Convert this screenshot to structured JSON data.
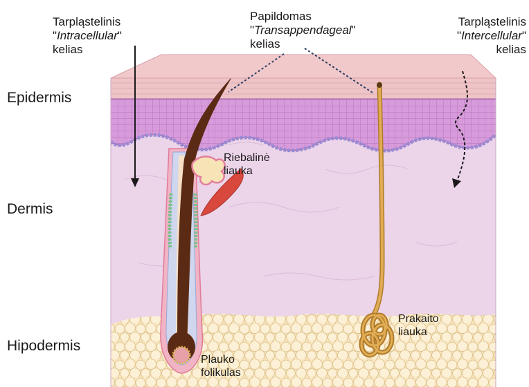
{
  "layers": {
    "epidermis": "Epidermis",
    "dermis": "Dermis",
    "hypodermis": "Hipodermis"
  },
  "routes": {
    "intracellular": {
      "line1": "Tarpląstelinis",
      "open_quote": "\"",
      "term": "Intracellular",
      "close_quote": "\"",
      "line3": "kelias"
    },
    "transappendageal": {
      "line1": "Papildomas",
      "open_quote": "\"",
      "term": "Transappendageal",
      "close_quote": "\"",
      "line3": "kelias"
    },
    "intercellular": {
      "line1": "Tarpląstelinis",
      "open_quote": "\"",
      "term": "Intercellular",
      "close_quote": "\"",
      "line3": "kelias"
    }
  },
  "structures": {
    "sebaceous_gland": {
      "line1": "Riebalinė",
      "line2": "liauka"
    },
    "sweat_gland": {
      "line1": "Prakaito",
      "line2": "liauka"
    },
    "hair_follicle": {
      "line1": "Plauko",
      "line2": "folikulas"
    }
  },
  "colors": {
    "stratum_corneum": "#efc9c9",
    "epidermis": "#d49ad6",
    "dermis": "#ecd4e9",
    "hypodermis_fat": "#fae7c2",
    "hair": "#5b2a14",
    "sweat_duct": "#d8a24a",
    "muscle": "#d9483c",
    "arrow": "#1a1a1a",
    "dashed": "#2c3e63"
  }
}
